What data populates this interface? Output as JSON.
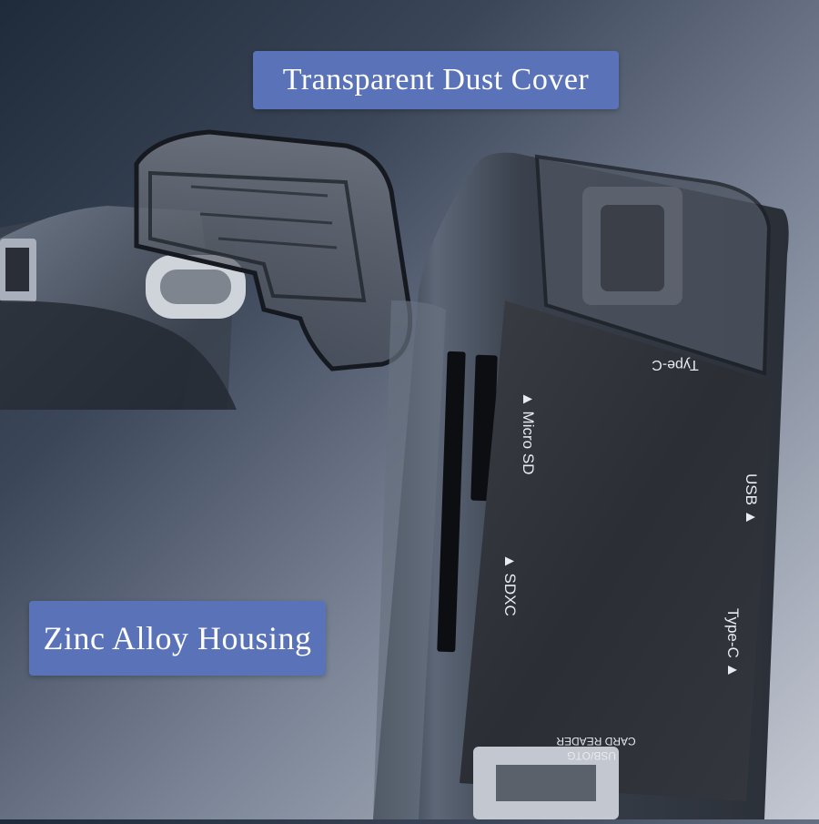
{
  "callouts": {
    "top": "Transparent Dust Cover",
    "left": "Zinc Alloy Housing"
  },
  "device_labels": {
    "type_c_top": "Type-C",
    "micro_sd": "▲ Micro SD",
    "usb": "USB ▲",
    "sdxc": "▲ SDXC",
    "type_c_right": "Type-C ▲",
    "card_reader": "CARD READER",
    "usb_otg": "USB/OTG"
  },
  "colors": {
    "callout_bg": "#5a73b8",
    "housing": "#3b4352",
    "face_plate": "#2e3138"
  }
}
